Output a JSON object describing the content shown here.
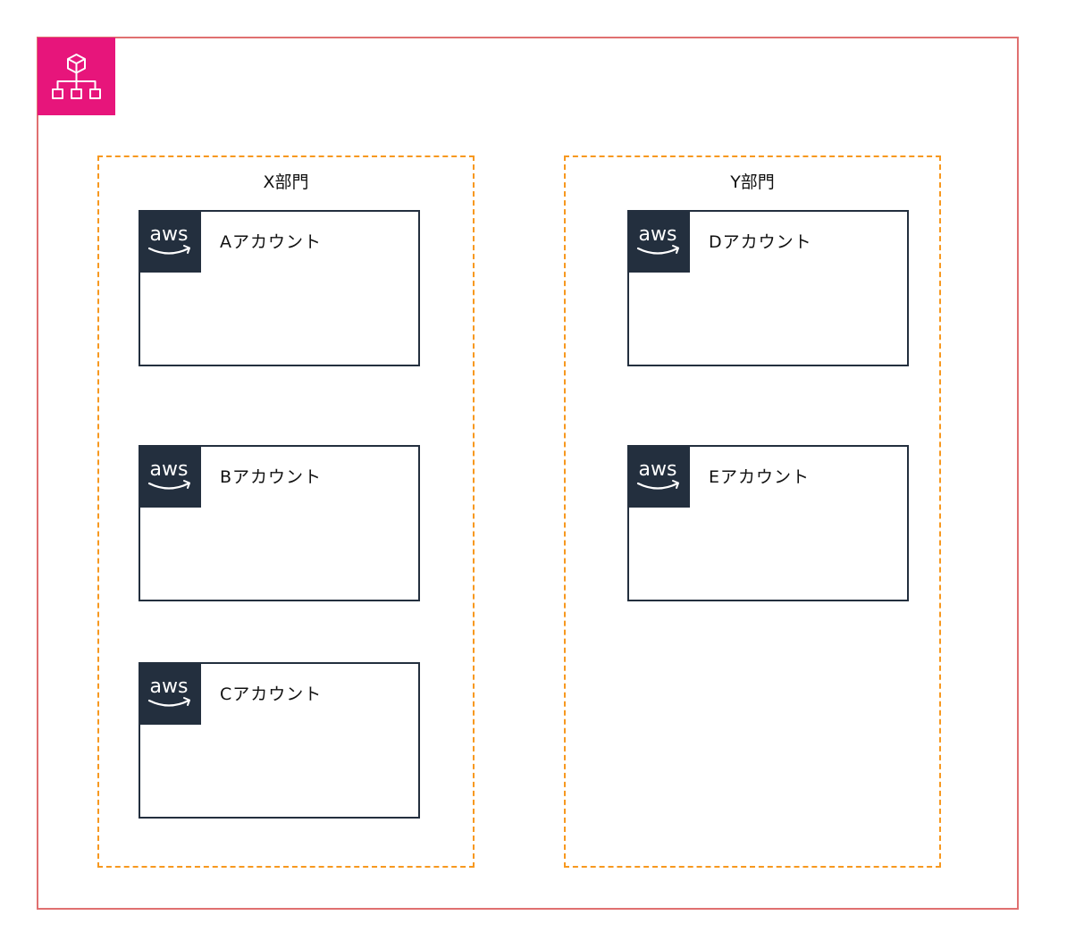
{
  "colors": {
    "organization_border": "#e07070",
    "organization_badge": "#e7157b",
    "department_border": "#f7981f",
    "account_border": "#232f3e",
    "aws_badge": "#232f3e"
  },
  "organization": {
    "icon": "organizations-icon"
  },
  "departments": [
    {
      "label": "X部門",
      "accounts": [
        {
          "label": "Aアカウント",
          "icon": "aws-logo-icon"
        },
        {
          "label": "Bアカウント",
          "icon": "aws-logo-icon"
        },
        {
          "label": "Cアカウント",
          "icon": "aws-logo-icon"
        }
      ]
    },
    {
      "label": "Y部門",
      "accounts": [
        {
          "label": "Dアカウント",
          "icon": "aws-logo-icon"
        },
        {
          "label": "Eアカウント",
          "icon": "aws-logo-icon"
        }
      ]
    }
  ],
  "aws_logo_text": "aws"
}
